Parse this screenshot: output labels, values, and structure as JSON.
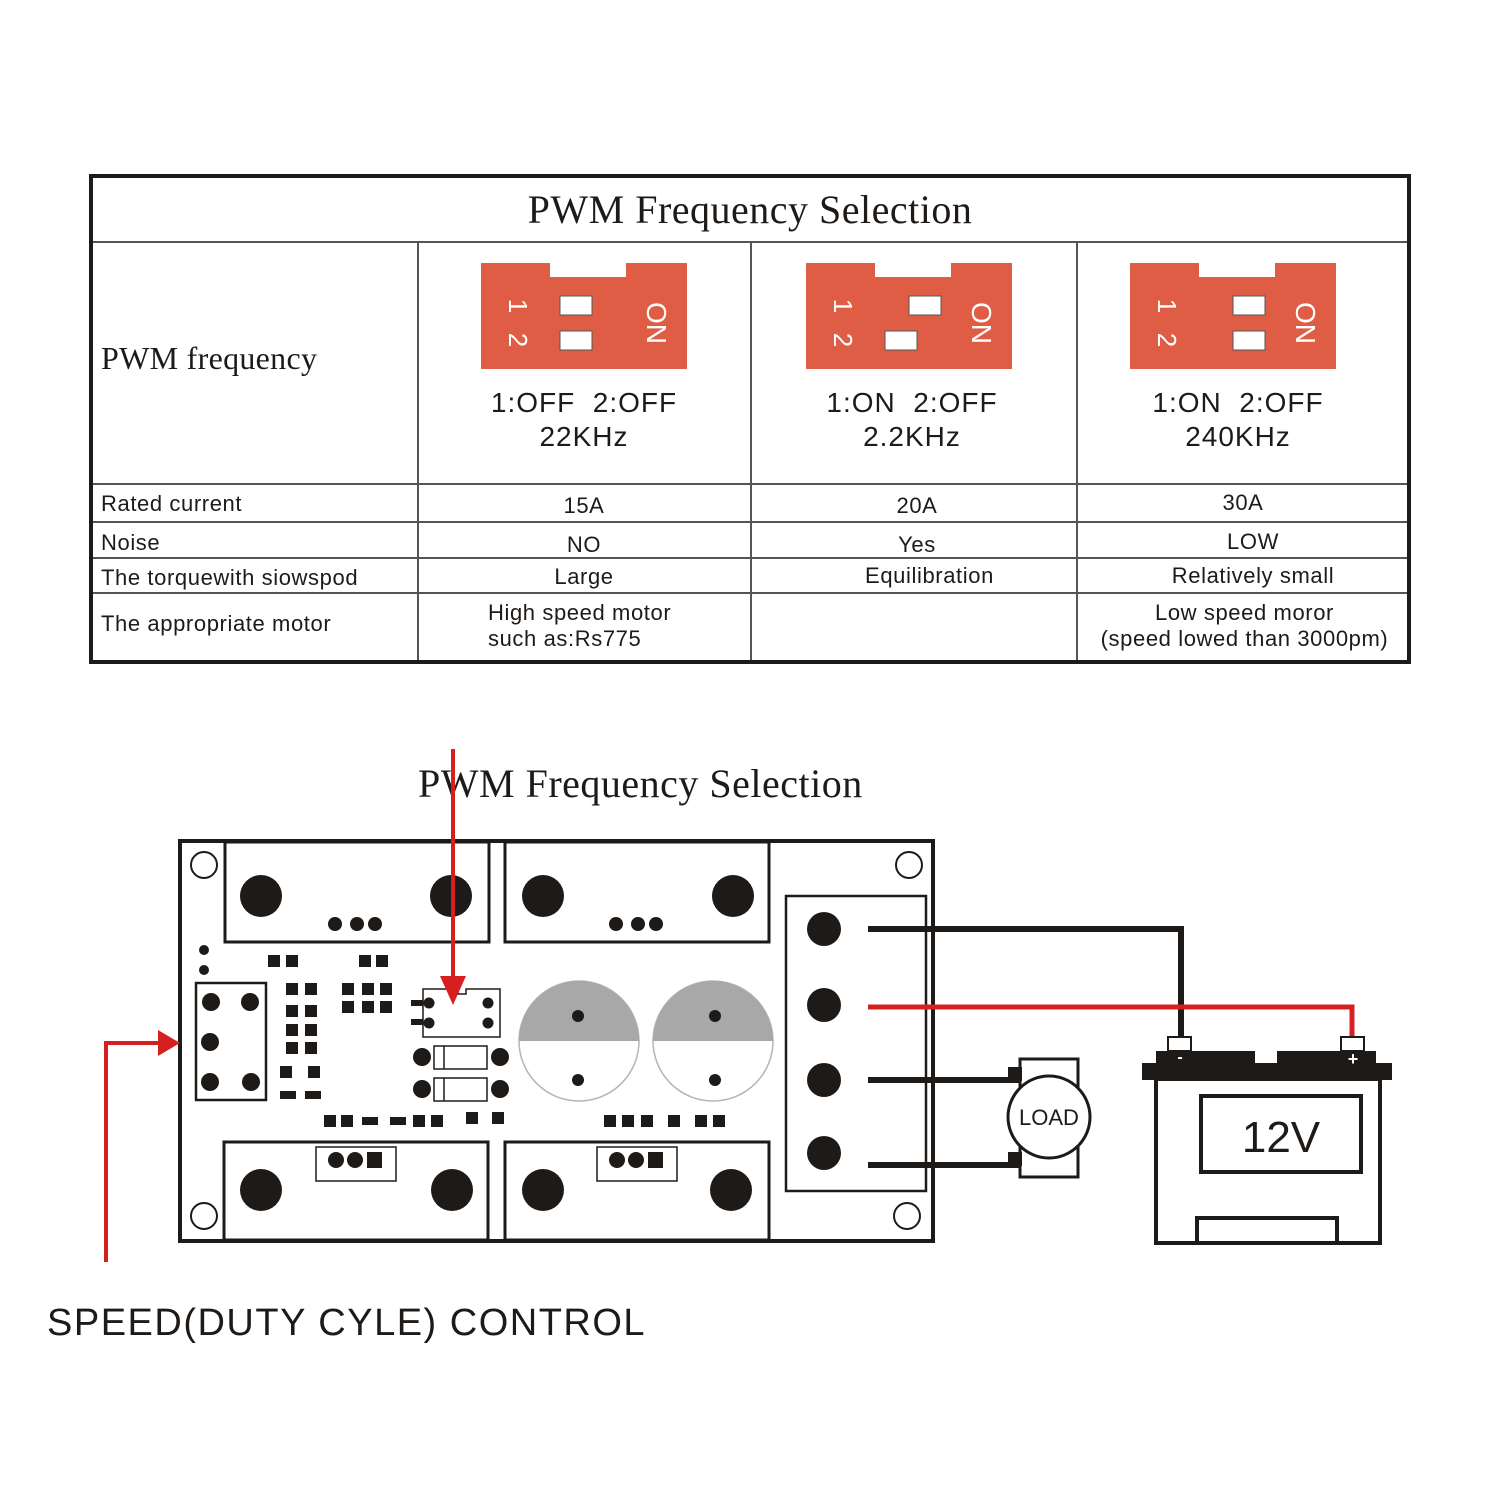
{
  "table": {
    "title": "PWM Frequency Selection",
    "row_header_pwm": "PWM frequency",
    "switch_on_label": "ON",
    "switch_numbers": [
      "1",
      "2"
    ],
    "columns": [
      {
        "setting": "1:OFF  2:OFF",
        "frequency": "22KHz",
        "switch1_on": false,
        "switch2_on": false
      },
      {
        "setting": "1:ON  2:OFF",
        "frequency": "2.2KHz",
        "switch1_on": true,
        "switch2_on": false
      },
      {
        "setting": "1:ON  2:OFF",
        "frequency": "240KHz",
        "switch1_on": true,
        "switch2_on": true
      }
    ],
    "rows": [
      {
        "label": "Rated current",
        "values": [
          "15A",
          "20A",
          "30A"
        ]
      },
      {
        "label": "Noise",
        "values": [
          "NO",
          "Yes",
          "LOW"
        ]
      },
      {
        "label": "The torquewith siowspod",
        "values": [
          "Large",
          "Equilibration",
          "Relatively small"
        ]
      },
      {
        "label": "The appropriate motor",
        "values": [
          [
            "High speed motor",
            "such as:Rs775"
          ],
          [],
          [
            "Low speed moror",
            "(speed lowed than 3000pm)"
          ]
        ]
      }
    ]
  },
  "diagram": {
    "title": "PWM Frequency Selection",
    "speed_control_label": "SPEED(DUTY CYLE) CONTROL",
    "load_label": "LOAD",
    "battery_label": "12V",
    "battery_neg": "-",
    "battery_pos": "+",
    "colors": {
      "dip_switch": "#e05d45",
      "wire_positive": "#d62020",
      "wire_negative": "#1e1a17",
      "arrow": "#d62020",
      "capacitor_top": "#a8a8a8"
    }
  }
}
